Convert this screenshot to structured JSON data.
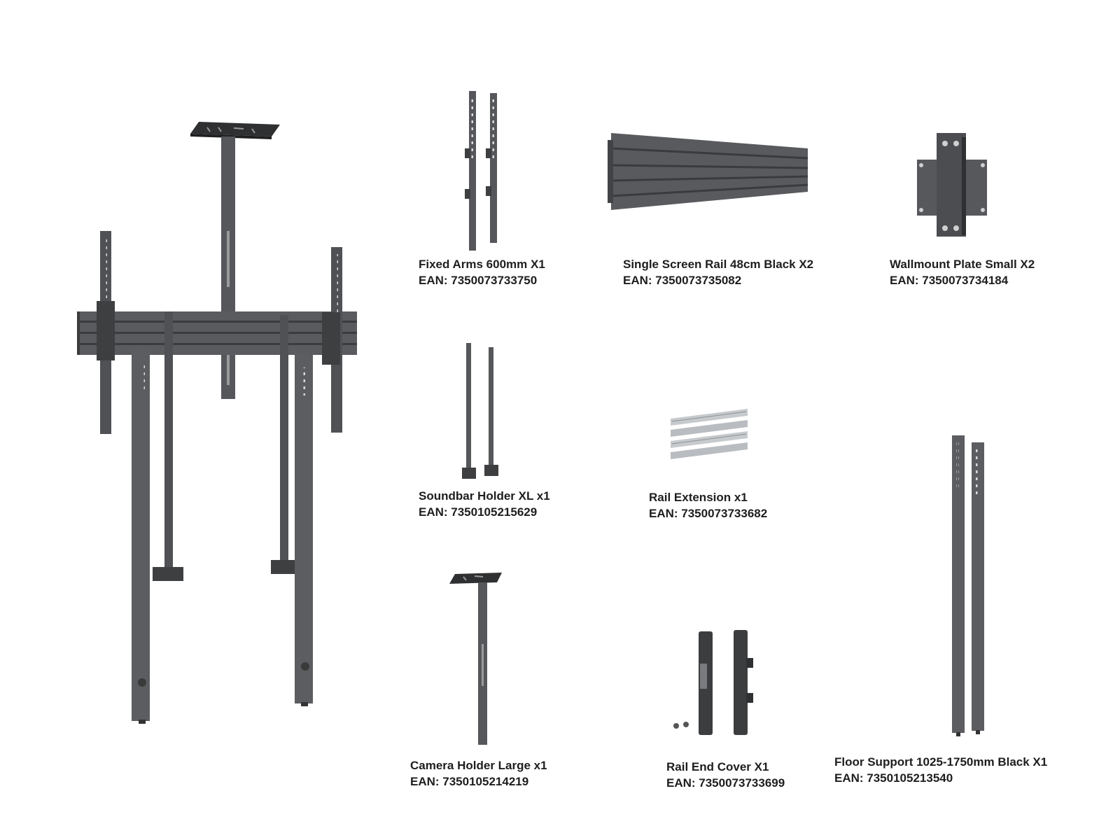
{
  "colors": {
    "background": "#ffffff",
    "metal_dark": "#4a4b4d",
    "metal_mid": "#5c5d60",
    "metal_light": "#7a7b7e",
    "aluminium": "#c7cacd",
    "label_text": "#1e1e1e"
  },
  "products": [
    {
      "name": "Fixed Arms 600mm X1",
      "ean": "EAN: 7350073733750"
    },
    {
      "name": "Single Screen Rail 48cm Black X2",
      "ean": "EAN: 7350073735082"
    },
    {
      "name": "Wallmount Plate Small X2",
      "ean": "EAN: 7350073734184"
    },
    {
      "name": "Soundbar Holder XL x1",
      "ean": "EAN: 7350105215629"
    },
    {
      "name": "Rail Extension x1",
      "ean": "EAN: 7350073733682"
    },
    {
      "name": "Camera Holder Large x1",
      "ean": "EAN: 7350105214219"
    },
    {
      "name": "Rail End Cover X1",
      "ean": "EAN: 7350073733699"
    },
    {
      "name": "Floor Support 1025-1750mm Black X1",
      "ean": "EAN: 7350105213540"
    }
  ]
}
